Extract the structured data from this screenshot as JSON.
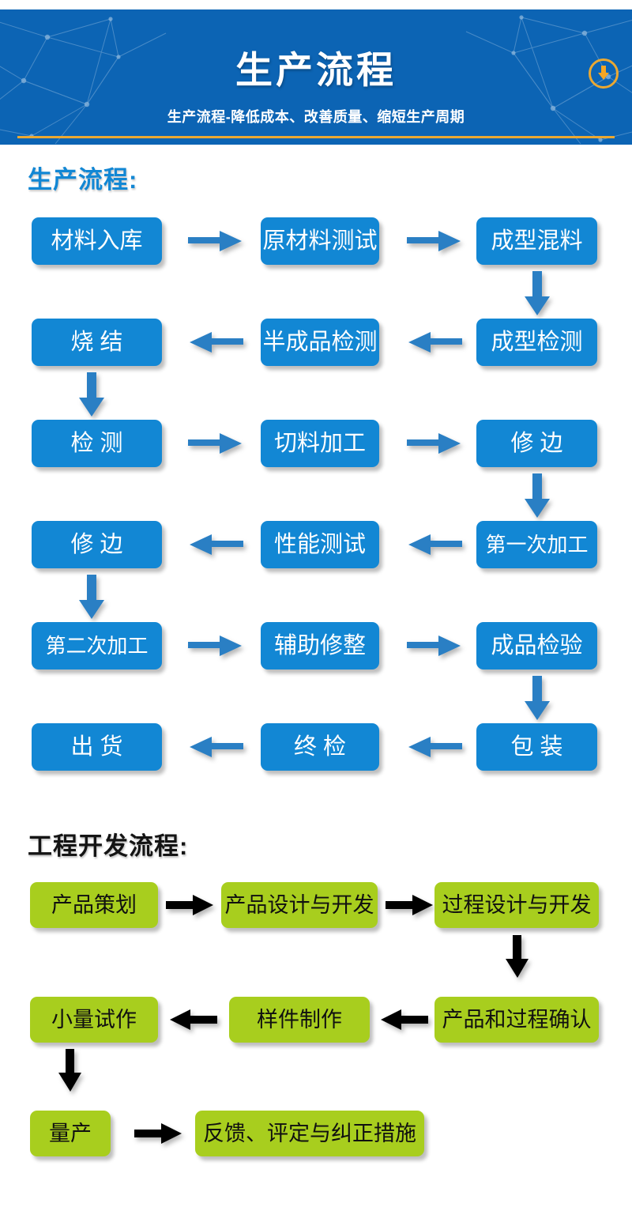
{
  "header": {
    "title": "生产流程",
    "subtitle": "生产流程-降低成本、改善质量、缩短生产周期",
    "download_icon": "download-arrow-circle-icon",
    "bg_color": "#0c64b4",
    "accent_color": "#eaa832"
  },
  "sections": [
    {
      "id": "production",
      "title": "生产流程:",
      "title_color": "#1287d4",
      "node_color": "#1287d4",
      "node_text_color": "#ffffff",
      "arrow_color": "#2a7fc4",
      "nodes": [
        "材料入库",
        "原材料测试",
        "成型混料",
        "成型检测",
        "半成品检测",
        "烧  结",
        "检  测",
        "切料加工",
        "修  边",
        "第一次加工",
        "性能测试",
        "修  边",
        "第二次加工",
        "辅助修整",
        "成品检验",
        "包  装",
        "终  检",
        "出  货"
      ]
    },
    {
      "id": "engineering",
      "title": "工程开发流程:",
      "title_color": "#141414",
      "node_color": "#a8ce1e",
      "node_text_color": "#101010",
      "arrow_color": "#000000",
      "nodes": [
        "产品策划",
        "产品设计与开发",
        "过程设计与开发",
        "产品和过程确认",
        "样件制作",
        "小量试作",
        "量产",
        "反馈、评定与纠正措施"
      ]
    }
  ],
  "flow": {
    "production_rows": [
      {
        "direction": "right",
        "cells": [
          "材料入库",
          "原材料测试",
          "成型混料"
        ]
      },
      {
        "direction": "left",
        "cells": [
          "烧  结",
          "半成品检测",
          "成型检测"
        ]
      },
      {
        "direction": "right",
        "cells": [
          "检  测",
          "切料加工",
          "修  边"
        ]
      },
      {
        "direction": "left",
        "cells": [
          "修  边",
          "性能测试",
          "第一次加工"
        ]
      },
      {
        "direction": "right",
        "cells": [
          "第二次加工",
          "辅助修整",
          "成品检验"
        ]
      },
      {
        "direction": "left",
        "cells": [
          "出  货",
          "终  检",
          "包  装"
        ]
      }
    ],
    "engineering_rows": [
      {
        "direction": "right",
        "cells": [
          "产品策划",
          "产品设计与开发",
          "过程设计与开发"
        ]
      },
      {
        "direction": "left",
        "cells": [
          "小量试作",
          "样件制作",
          "产品和过程确认"
        ]
      },
      {
        "direction": "right",
        "cells": [
          "量产",
          "反馈、评定与纠正措施"
        ]
      }
    ]
  }
}
